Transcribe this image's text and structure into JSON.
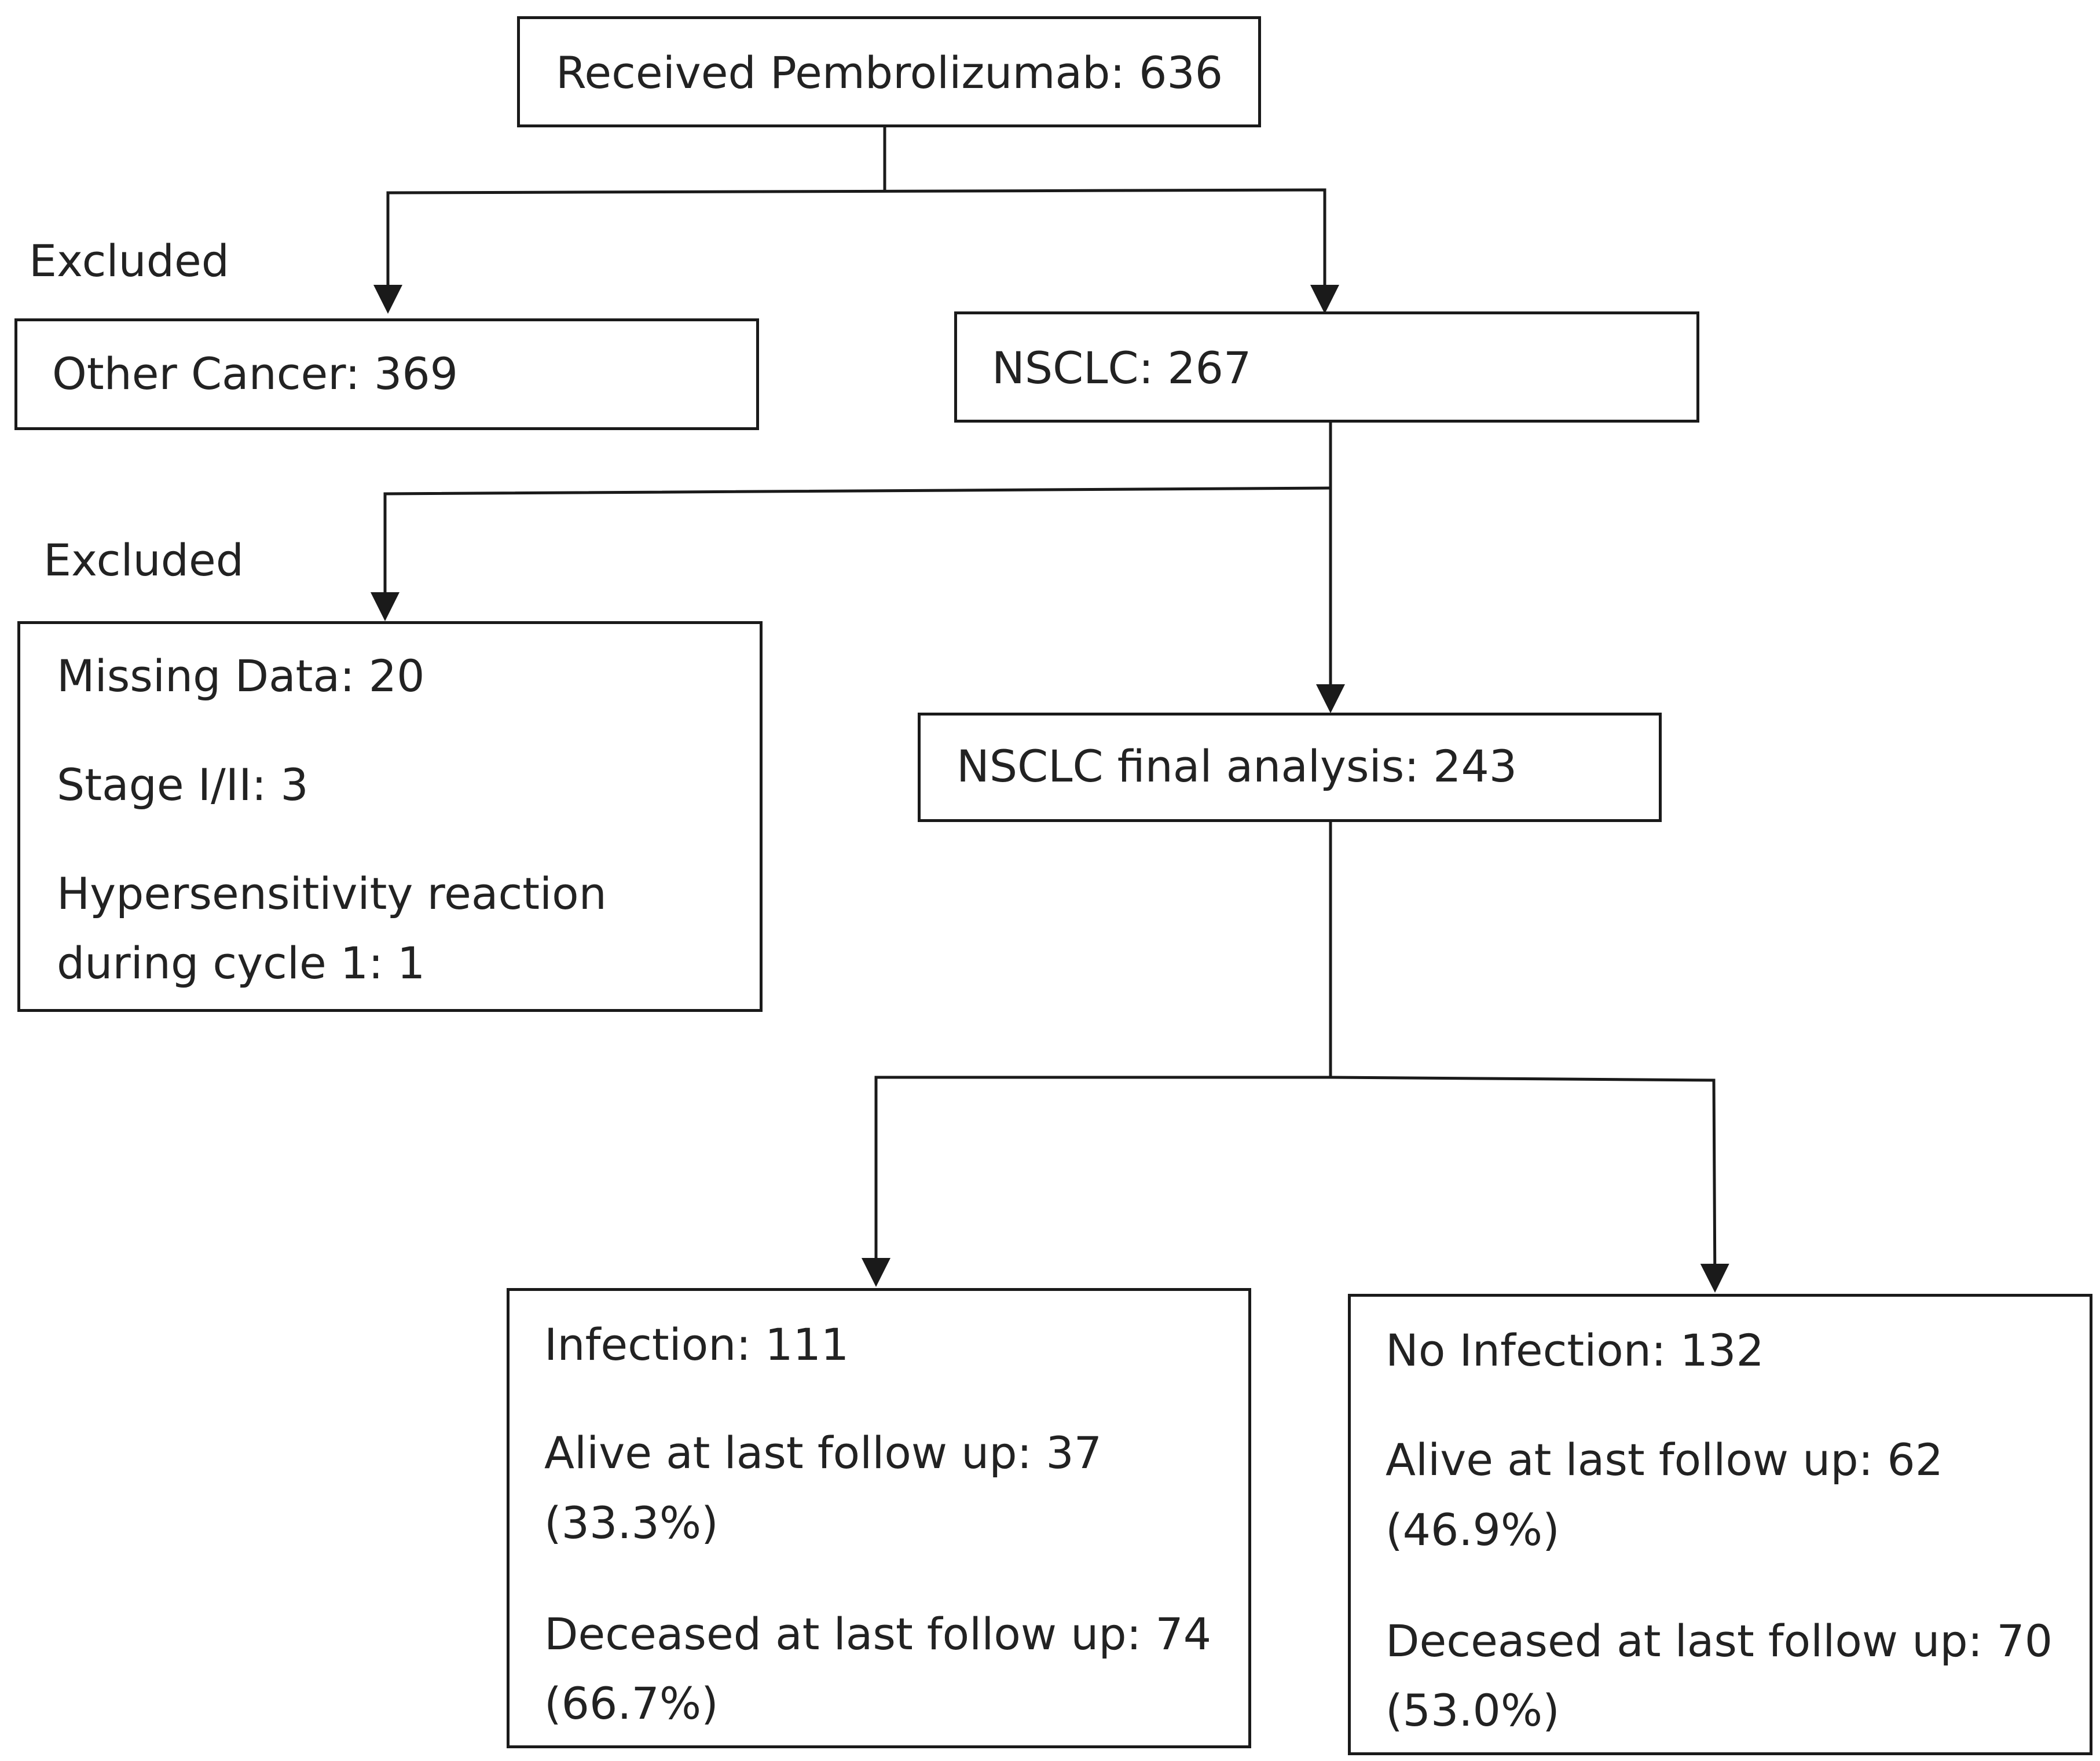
{
  "top": {
    "text": "Received Pembrolizumab: 636"
  },
  "excluded_label_1": "Excluded",
  "other_cancer": {
    "text": "Other Cancer: 369"
  },
  "nsclc": {
    "text": "NSCLC: 267"
  },
  "excluded_label_2": "Excluded",
  "exclusions": {
    "missing_data": "Missing Data: 20",
    "stage": "Stage I/II: 3",
    "hypersensitivity_line1": "Hypersensitivity reaction",
    "hypersensitivity_line2": "during cycle 1: 1"
  },
  "final_analysis": {
    "text": "NSCLC final analysis: 243"
  },
  "infection": {
    "title": "Infection: 111",
    "alive_line1": "Alive at last follow up: 37",
    "alive_line2": "(33.3%)",
    "deceased_line1": "Deceased at last follow up: 74",
    "deceased_line2": "(66.7%)"
  },
  "no_infection": {
    "title": "No Infection: 132",
    "alive_line1": "Alive at last follow up: 62",
    "alive_line2": "(46.9%)",
    "deceased_line1": "Deceased at last follow up: 70",
    "deceased_line2": "(53.0%)"
  }
}
